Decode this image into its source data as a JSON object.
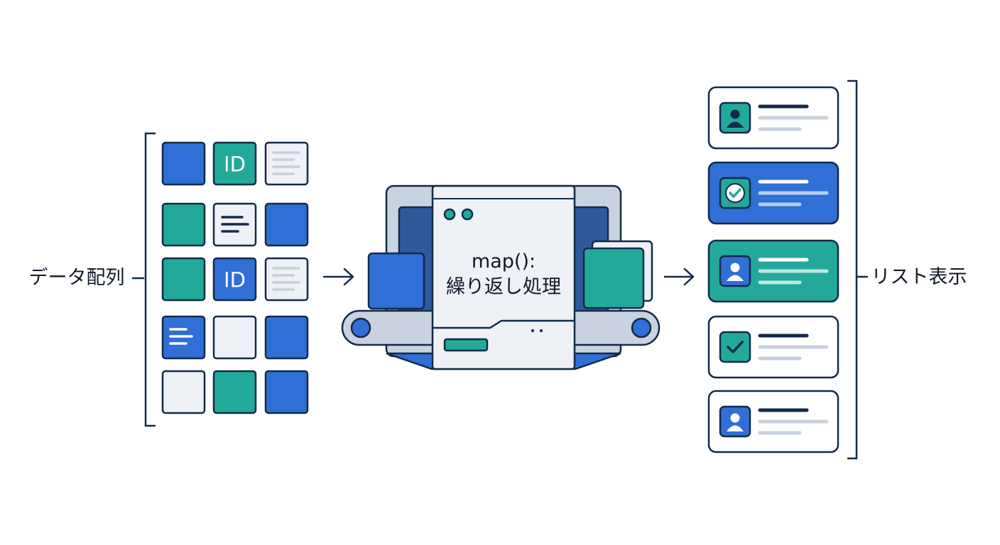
{
  "labels": {
    "input": "データ配列",
    "function_line1": "map():",
    "function_line2": "繰り返し処理",
    "output": "リスト表示"
  },
  "tiles": {
    "id_text": "ID"
  },
  "colors": {
    "blue": "#2f6fd6",
    "teal": "#22a99a",
    "navy": "#132a4a",
    "light": "#eef1f5",
    "machine_gray": "#c9d2de",
    "line_gray": "#c7d0dc"
  },
  "grid": [
    [
      "blue",
      "teal-id",
      "doc-light"
    ],
    [
      "teal",
      "doc-light-dark",
      "blue"
    ],
    [
      "teal",
      "blue-id",
      "doc-light"
    ],
    [
      "blue-doc",
      "light",
      "blue"
    ],
    [
      "light",
      "teal",
      "blue"
    ]
  ],
  "output_cards": [
    {
      "style": "white",
      "icon": "user-icon"
    },
    {
      "style": "blue",
      "icon": "check-icon"
    },
    {
      "style": "teal",
      "icon": "user-icon"
    },
    {
      "style": "white",
      "icon": "check-icon"
    },
    {
      "style": "white",
      "icon": "user-icon"
    }
  ]
}
